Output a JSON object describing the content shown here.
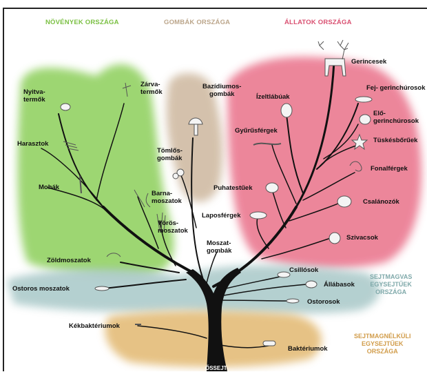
{
  "kingdoms": {
    "plants": {
      "label": "NÖVÉNYEK ORSZÁGA",
      "color": "#7bc043"
    },
    "fungi": {
      "label": "GOMBÁK ORSZÁGA",
      "color": "#c8b49a"
    },
    "animals": {
      "label": "ÁLLATOK ORSZÁGA",
      "color": "#e05a7a"
    }
  },
  "regions": {
    "eukaryotic": {
      "label": "SEJTMAGVAS\nEGYSEJTŰEK\nORSZÁGA",
      "color": "#8fb7b8"
    },
    "prokaryotic": {
      "label": "SEJTMAGNÉLKÜLI\nEGYSEJTŰEK\nORSZÁGA",
      "color": "#d9a85c"
    }
  },
  "labels": {
    "nyitvatermok": "Nyitva-\ntermők",
    "zarvatermok": "Zárva-\ntermők",
    "harasztok": "Harasztok",
    "mohak": "Mohák",
    "barnamoszatok": "Barna-\nmoszatok",
    "vorosmoszatok": "Vörös-\nmoszatok",
    "zoldmoszatok": "Zöldmoszatok",
    "ostorosmoszatok": "Ostoros moszatok",
    "kekbakteriumok": "Kékbaktériumok",
    "bakteriumok": "Baktériumok",
    "bazidiumos": "Bazídiumos-\ngombák",
    "tomlos": "Tömlős-\ngombák",
    "moszatgombak": "Moszat-\ngombák",
    "izeltlabuak": "Ízeltlábúak",
    "gerincesek": "Gerincesek",
    "fejgerinchurosok": "Fej- gerinchúrosok",
    "elogerinchurosok": "Elő-\ngerinchúrosok",
    "tuskesborouk": "Tüskésbőrűek",
    "gyurusfergek": "Gyűrűsférgek",
    "fonalfergek": "Fonalférgek",
    "puhatestuek": "Puhatestűek",
    "csalanozok": "Csalánozók",
    "laposfergek": "Laposférgek",
    "szivacsok": "Szivacsok",
    "csillosok": "Csillósok",
    "allabasok": "Állábasok",
    "ostorosok": "Ostorosok",
    "root": "ŐSSEJT"
  },
  "icons": [
    "deer-icon",
    "fish-icon",
    "lancelet-icon",
    "starfish-icon",
    "worm-icon",
    "jellyfish-icon",
    "sponge-icon",
    "snail-icon",
    "flatworm-icon",
    "beetle-icon",
    "annelid-icon",
    "mushroom-icon",
    "fern-icon",
    "moss-icon",
    "pinecone-icon",
    "flower-icon",
    "seaweed-icon",
    "algae-icon",
    "ciliate-icon",
    "amoeba-icon",
    "flagellate-icon",
    "bacterium-icon"
  ]
}
